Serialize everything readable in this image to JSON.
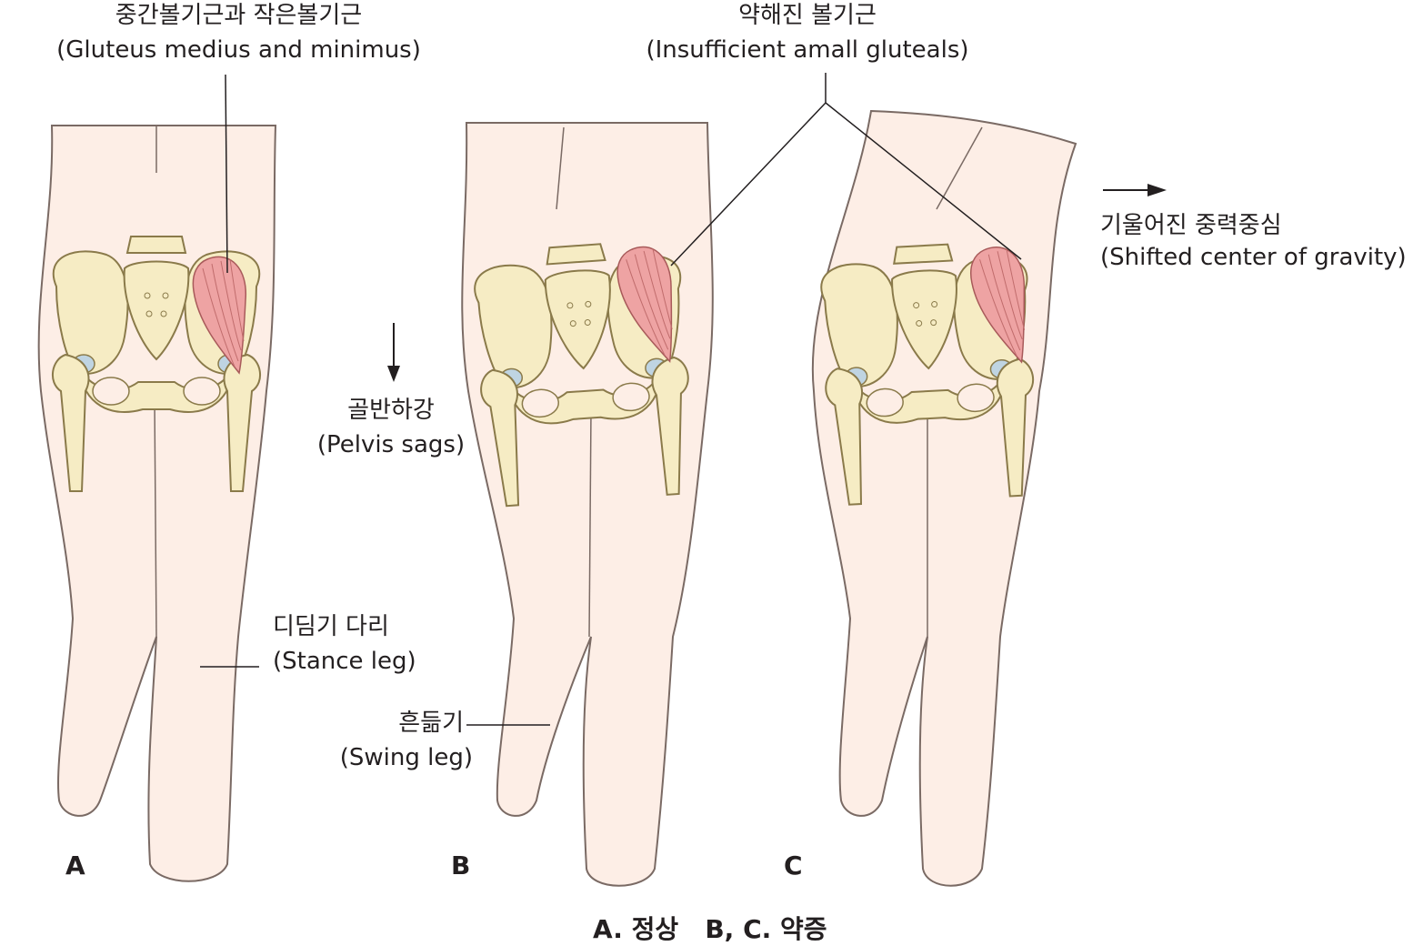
{
  "labels": {
    "gluteus": {
      "ko": "중간볼기근과 작은볼기근",
      "en": "(Gluteus medius and minimus)"
    },
    "weak": {
      "ko": "약해진 볼기근",
      "en": "(Insufficient amall gluteals)"
    },
    "shifted": {
      "ko": "기울어진 중력중심",
      "en": "(Shifted center of gravity)"
    },
    "pelvis": {
      "ko": "골반하강",
      "en": "(Pelvis sags)"
    },
    "stance": {
      "ko": "디딤기 다리",
      "en": "(Stance leg)"
    },
    "swing": {
      "ko": "흔듦기",
      "en": "(Swing leg)"
    }
  },
  "panels": {
    "a": "A",
    "b": "B",
    "c": "C"
  },
  "caption": "A. 정상   B, C. 약증",
  "colors": {
    "skin": "#fdeee6",
    "outline": "#7a6a64",
    "bone": "#f6ecc4",
    "bone_outline": "#8a7a4a",
    "muscle": "#eea3a3",
    "cartilage": "#bfd4e2"
  }
}
